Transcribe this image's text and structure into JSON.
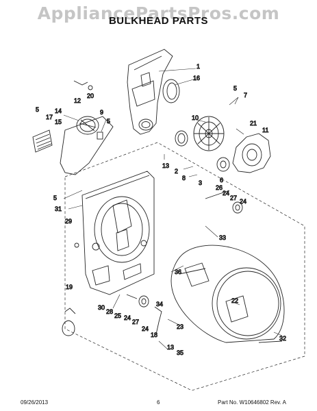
{
  "watermark": "AppliancePartsPros.com",
  "title": "BULKHEAD PARTS",
  "footer": {
    "date": "09/26/2013",
    "page": "6",
    "doc": "Part No. W10646802  Rev. A"
  },
  "callouts": [
    "1",
    "16",
    "5",
    "7",
    "12",
    "20",
    "5",
    "14",
    "17",
    "15",
    "9",
    "5",
    "10",
    "11",
    "21",
    "13",
    "2",
    "8",
    "6",
    "3",
    "26",
    "24",
    "27",
    "24",
    "5",
    "31",
    "29",
    "33",
    "19",
    "36",
    "22",
    "30",
    "28",
    "25",
    "24",
    "27",
    "34",
    "24",
    "18",
    "23",
    "13",
    "35",
    "32"
  ]
}
